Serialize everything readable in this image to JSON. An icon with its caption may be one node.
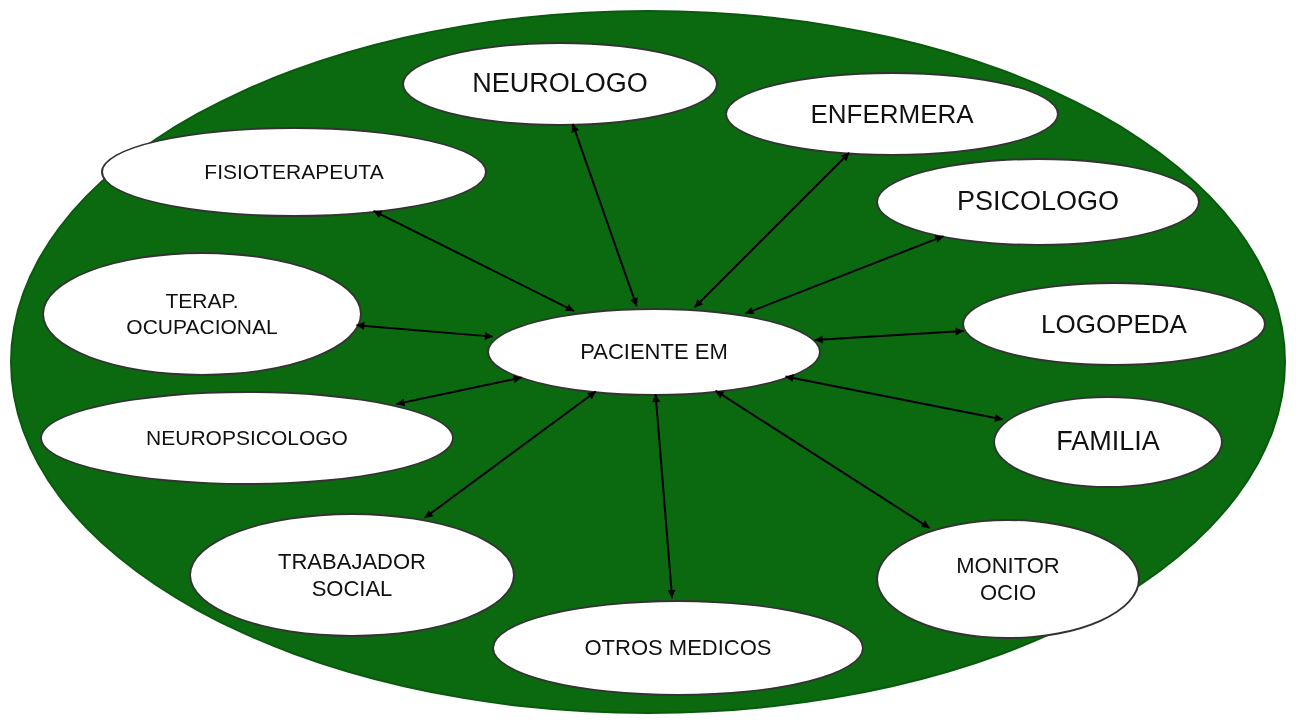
{
  "diagram": {
    "nodes": [
      {
        "text": [],
        "shape": "ellipse"
      },
      {
        "text": [
          "NEUROLOGO"
        ],
        "in": 0
      },
      {
        "text": [
          "ENFERMERA"
        ],
        "in": 0
      },
      {
        "text": [
          "FISIOTERAPEUTA"
        ],
        "in": 0
      },
      {
        "text": [
          "PSICOLOGO"
        ],
        "in": 0
      },
      {
        "text": [
          "TERAP. OCUPACIONAL"
        ],
        "in": 0
      },
      {
        "text": [
          "PACIENTE EM"
        ],
        "in": 0
      },
      {
        "text": [
          "LOGOPEDA"
        ],
        "in": 0
      },
      {
        "text": [
          "NEUROPSICOLOGO"
        ],
        "in": 0
      },
      {
        "text": [
          "FAMILIA"
        ],
        "in": 0
      },
      {
        "text": [
          "TRABAJADOR SOCIAL"
        ],
        "in": 0
      },
      {
        "text": [
          "MONITOR OCIO"
        ],
        "in": 0
      },
      {
        "text": [
          "OTROS MEDICOS"
        ],
        "in": 0
      }
    ],
    "edges": [
      {
        "from": 6,
        "to": 1,
        "arrow": "both"
      },
      {
        "from": 6,
        "to": 2,
        "arrow": "both"
      },
      {
        "from": 6,
        "to": 3,
        "arrow": "both"
      },
      {
        "from": 6,
        "to": 4,
        "arrow": "both"
      },
      {
        "from": 6,
        "to": 5,
        "arrow": "both"
      },
      {
        "from": 6,
        "to": 7,
        "arrow": "both"
      },
      {
        "from": 6,
        "to": 8,
        "arrow": "both"
      },
      {
        "from": 6,
        "to": 9,
        "arrow": "both"
      },
      {
        "from": 6,
        "to": 10,
        "arrow": "both"
      },
      {
        "from": 6,
        "to": 11,
        "arrow": "both"
      },
      {
        "from": 6,
        "to": 12,
        "arrow": "both"
      }
    ]
  }
}
